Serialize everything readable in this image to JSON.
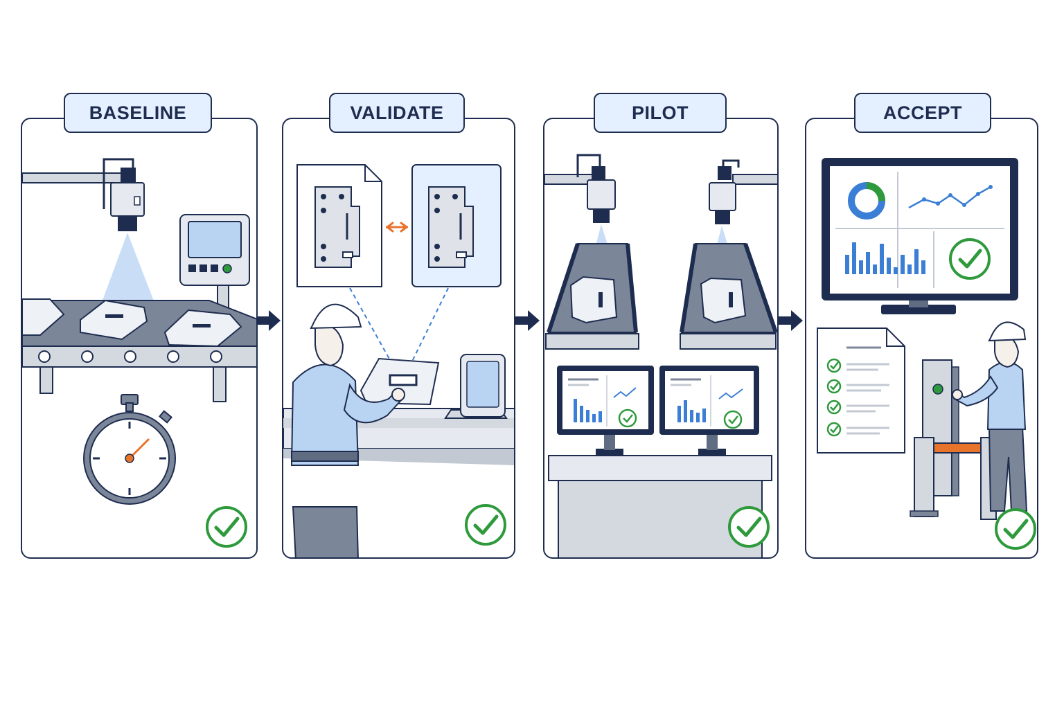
{
  "stages": [
    {
      "label": "BASELINE",
      "status": "complete"
    },
    {
      "label": "VALIDATE",
      "status": "complete"
    },
    {
      "label": "PILOT",
      "status": "complete"
    },
    {
      "label": "ACCEPT",
      "status": "complete"
    }
  ],
  "colors": {
    "outline": "#1e2d4f",
    "label_fill": "#e4efff",
    "check_green": "#2e9a3c",
    "beam_blue": "#9cc2ee",
    "chart_blue": "#3b7ed6",
    "accent_orange": "#e8742c",
    "shirt_blue": "#b9d3f2",
    "metal_gray": "#d4d9e0"
  },
  "icons": {
    "baseline": [
      "vision-camera-icon",
      "conveyor-belt-icon",
      "control-panel-icon",
      "stopwatch-icon",
      "check-circle-icon"
    ],
    "validate": [
      "reference-document-icon",
      "compare-arrow-icon",
      "worker-icon",
      "tablet-icon",
      "check-circle-icon"
    ],
    "pilot": [
      "vision-camera-icon",
      "inclined-conveyor-icon",
      "dashboard-monitor-icon",
      "check-circle-icon"
    ],
    "accept": [
      "dashboard-monitor-icon",
      "checklist-document-icon",
      "worker-icon",
      "turnstile-gate-icon",
      "check-circle-icon"
    ]
  }
}
